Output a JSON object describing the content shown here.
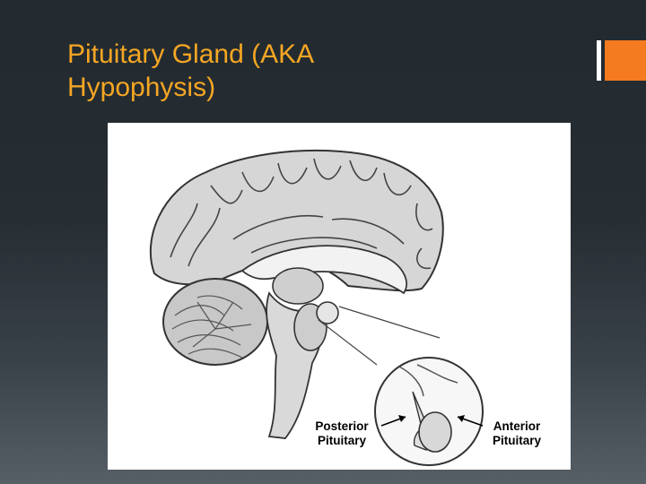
{
  "slide": {
    "title_line1": "Pituitary Gland (AKA",
    "title_line2": "Hypophysis)",
    "title_color": "#f5a623",
    "accent_color": "#f47b20"
  },
  "figure": {
    "label_posterior_line1": "Posterior",
    "label_posterior_line2": "Pituitary",
    "label_anterior_line1": "Anterior",
    "label_anterior_line2": "Pituitary"
  }
}
